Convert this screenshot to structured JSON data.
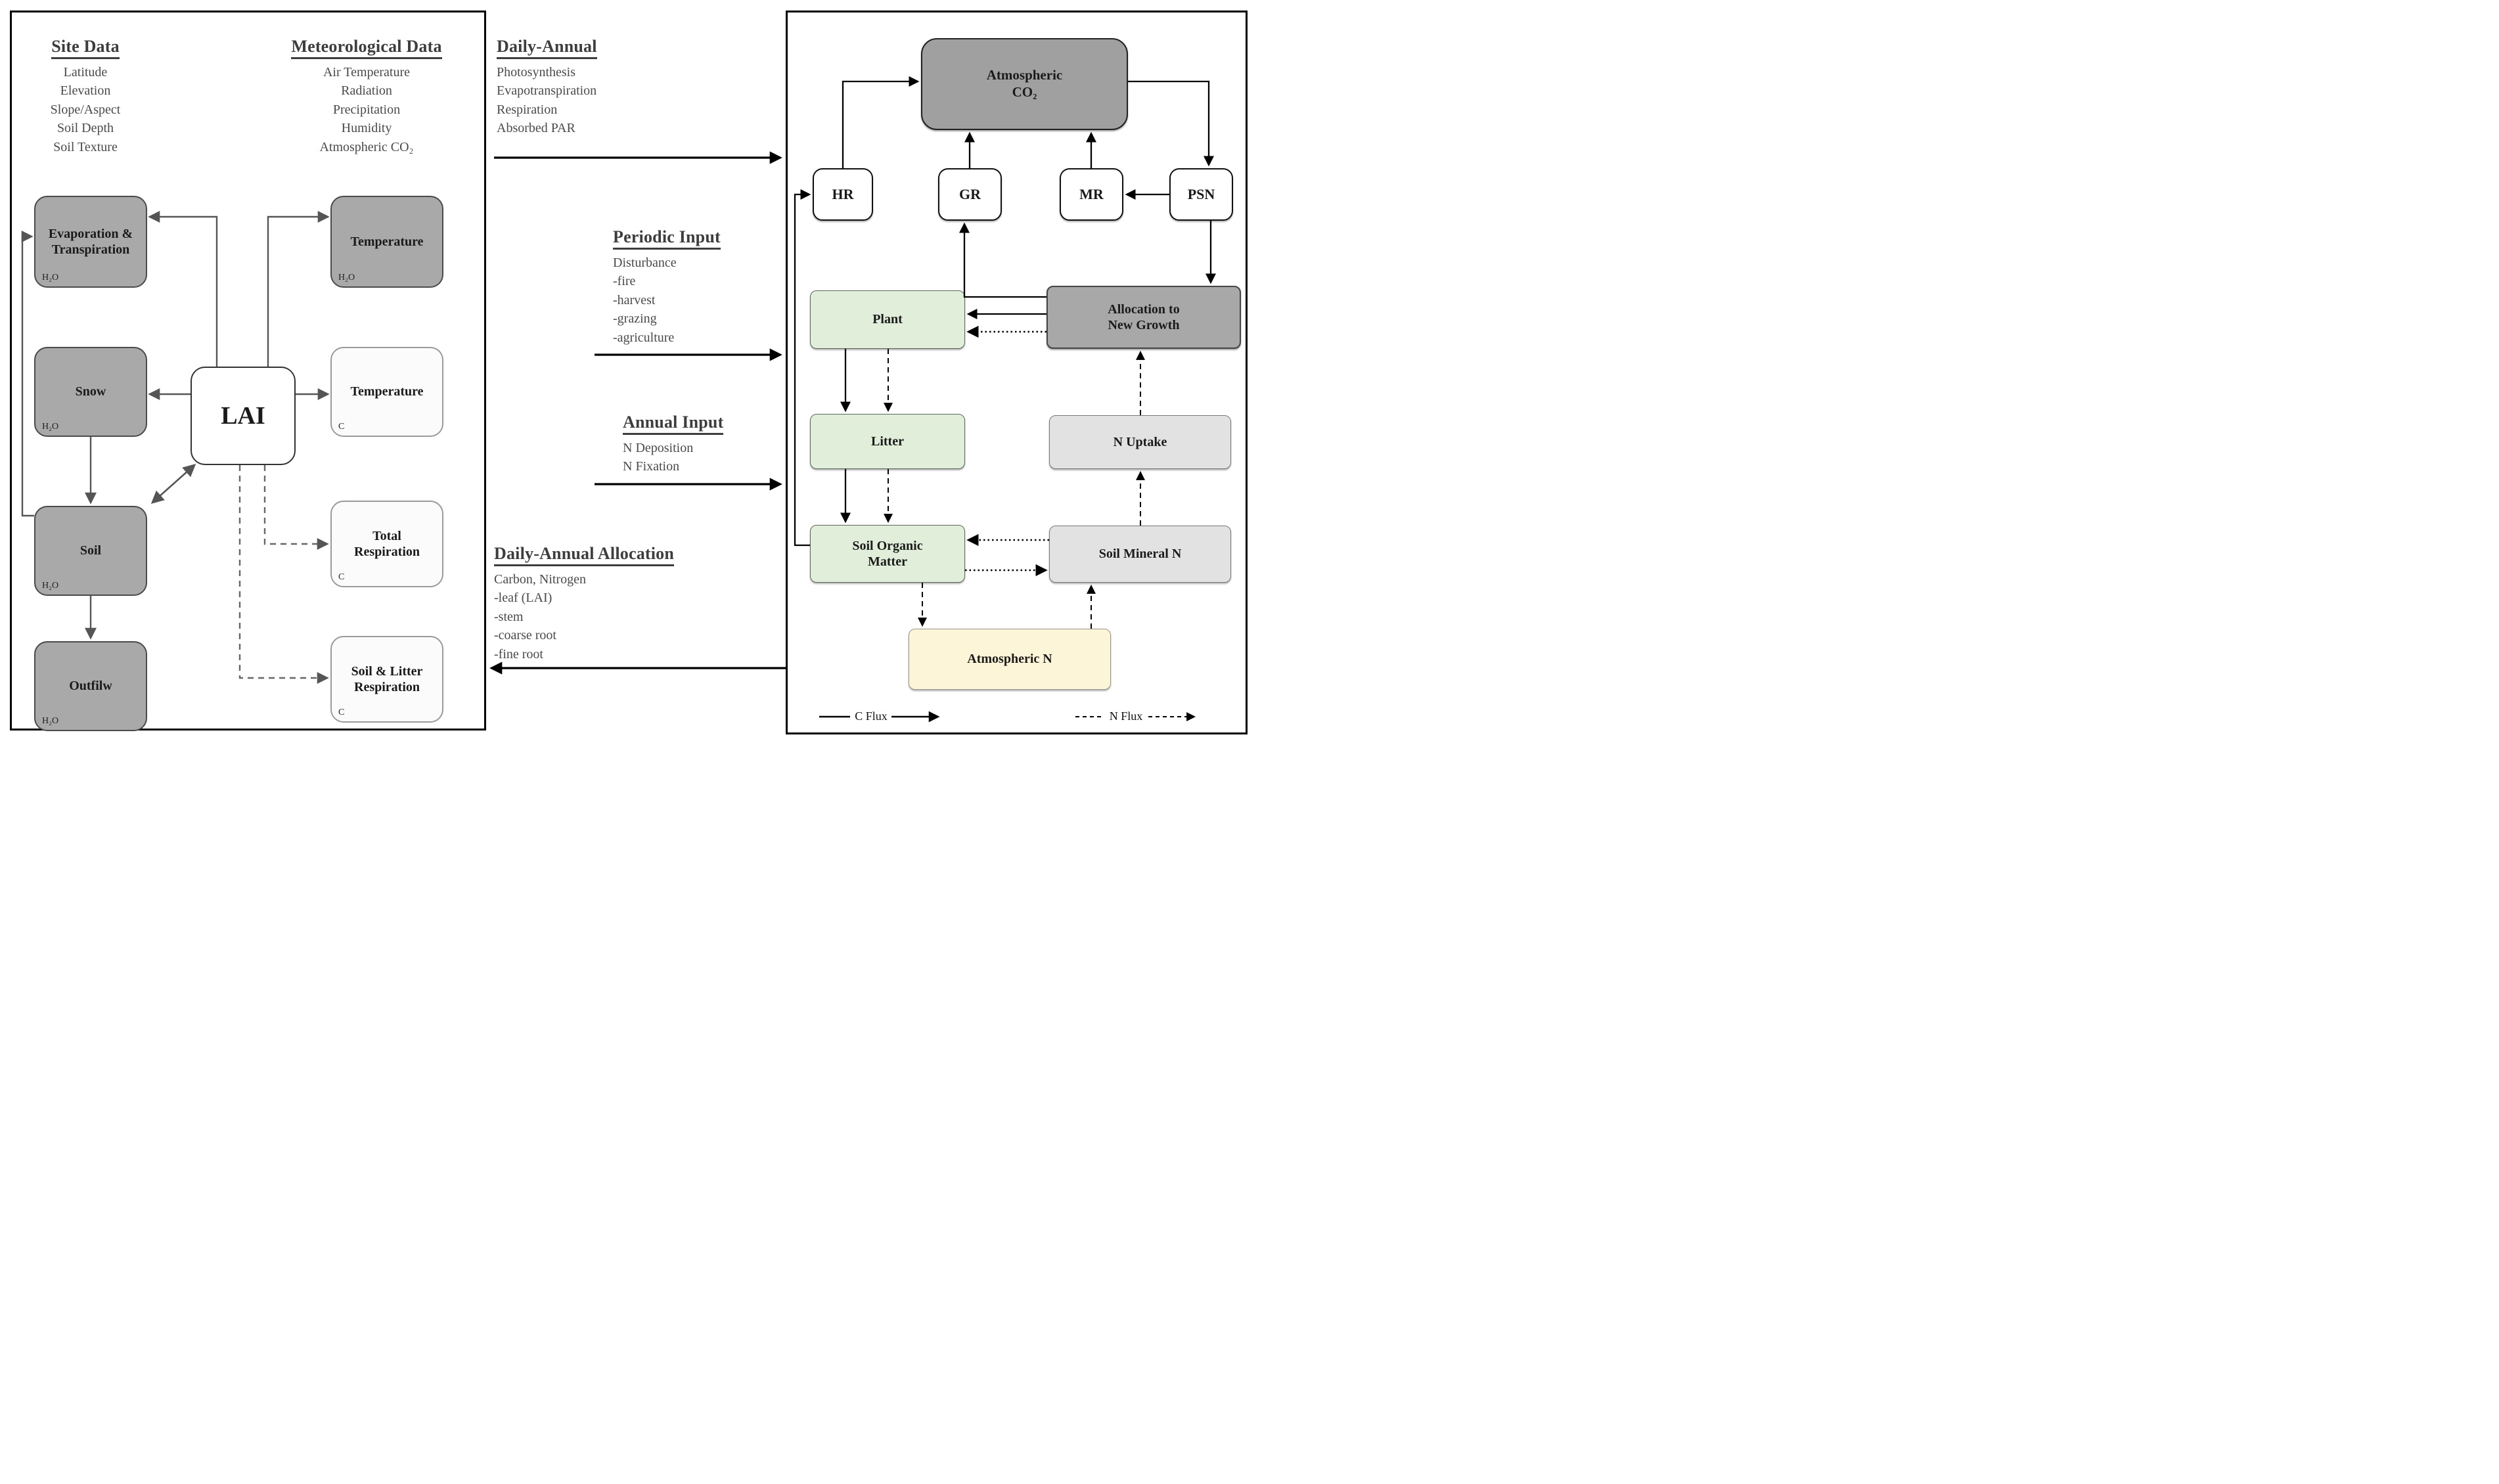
{
  "left_panel": {
    "site": {
      "heading": "Site Data",
      "items": [
        "Latitude",
        "Elevation",
        "Slope/Aspect",
        "Soil Depth",
        "Soil Texture"
      ]
    },
    "met": {
      "heading": "Meteorological Data",
      "items": [
        "Air Temperature",
        "Radiation",
        "Precipitation",
        "Humidity",
        "Atmospheric CO₂"
      ]
    },
    "boxes": {
      "evap": {
        "label": "Evaporation &\nTranspiration",
        "sub": "H₂O"
      },
      "snow": {
        "label": "Snow",
        "sub": "H₂O"
      },
      "soil": {
        "label": "Soil",
        "sub": "H₂O"
      },
      "outflow": {
        "label": "Outfilw",
        "sub": "H₂O"
      },
      "lai": {
        "label": "LAI"
      },
      "temp_h2o": {
        "label": "Temperature",
        "sub": "H₂O"
      },
      "temp_c": {
        "label": "Temperature",
        "sub": "C"
      },
      "total_resp": {
        "label": "Total\nRespiration",
        "sub": "C"
      },
      "soil_litter_resp": {
        "label": "Soil & Litter\nRespiration",
        "sub": "C"
      }
    }
  },
  "middle": {
    "daily_annual": {
      "heading": "Daily-Annual",
      "items": [
        "Photosynthesis",
        "Evapotranspiration",
        "Respiration",
        "Absorbed PAR"
      ]
    },
    "periodic": {
      "heading": "Periodic Input",
      "items": [
        "Disturbance",
        "-fire",
        "-harvest",
        "-grazing",
        "-agriculture"
      ]
    },
    "annual": {
      "heading": "Annual Input",
      "items": [
        "N Deposition",
        "N Fixation"
      ]
    },
    "allocation": {
      "heading": "Daily-Annual Allocation",
      "items": [
        "Carbon, Nitrogen",
        "-leaf (LAI)",
        "-stem",
        "-coarse root",
        "-fine root"
      ]
    }
  },
  "right_panel": {
    "boxes": {
      "co2": {
        "label": "Atmospheric\nCO₂"
      },
      "hr": {
        "label": "HR"
      },
      "gr": {
        "label": "GR"
      },
      "mr": {
        "label": "MR"
      },
      "psn": {
        "label": "PSN"
      },
      "plant": {
        "label": "Plant"
      },
      "alloc": {
        "label": "Allocation to\nNew Growth"
      },
      "litter": {
        "label": "Litter"
      },
      "nuptake": {
        "label": "N Uptake"
      },
      "som": {
        "label": "Soil Organic\nMatter"
      },
      "smn": {
        "label": "Soil Mineral N"
      },
      "atmn": {
        "label": "Atmospheric N"
      }
    },
    "legend": {
      "c_flux": "C Flux",
      "n_flux": "N Flux"
    }
  },
  "colors": {
    "panel_border": "#000000",
    "gray_box": "#a9a9a9",
    "dark_gray_box": "#a0a0a0",
    "light_green_box": "#e0eeda",
    "light_gray_box": "#e2e2e2",
    "cream_box": "#fdf5d8",
    "line_gray": "#555555",
    "line_black": "#000000"
  }
}
